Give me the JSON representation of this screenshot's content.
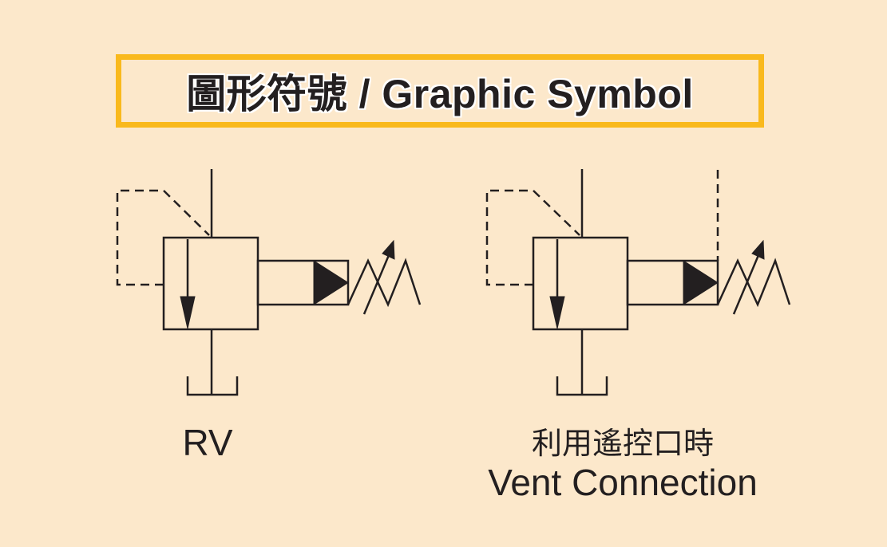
{
  "colors": {
    "background": "#fce8cb",
    "title_border": "#f9b91d",
    "ink": "#231f20"
  },
  "title": "圖形符號 / Graphic Symbol",
  "symbols": [
    {
      "label": "RV"
    },
    {
      "label_zh": "利用遙控口時",
      "label_en": "Vent Connection"
    }
  ]
}
